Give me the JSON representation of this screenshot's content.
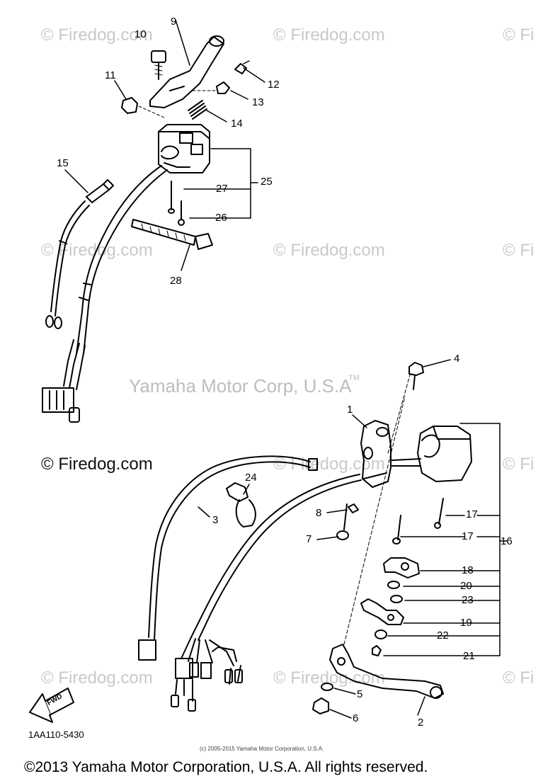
{
  "watermarks": {
    "firedog": "© Firedog.com",
    "firedog_partial": "© Fi",
    "firedog_dark": "© Firedog.com",
    "yamaha_center": "Yamaha Motor Corp, U.S.A",
    "tm": "TM"
  },
  "part_numbers": {
    "p1": "1",
    "p2": "2",
    "p3": "3",
    "p4": "4",
    "p5": "5",
    "p6": "6",
    "p7": "7",
    "p8": "8",
    "p9": "9",
    "p10": "10",
    "p11": "11",
    "p12": "12",
    "p13": "13",
    "p14": "14",
    "p15": "15",
    "p16": "16",
    "p17a": "17",
    "p17b": "17",
    "p18": "18",
    "p19": "19",
    "p20": "20",
    "p21": "21",
    "p22": "22",
    "p23": "23",
    "p24": "24",
    "p25": "25",
    "p26": "26",
    "p27": "27",
    "p28": "28"
  },
  "diagram_code": "1AA110-5430",
  "fwd_label": "FWD",
  "small_copyright": "(c) 2005-2015 Yamaha Motor Corporation, U.S.A.",
  "footer_copyright": "©2013 Yamaha Motor Corporation, U.S.A. All rights reserved.",
  "colors": {
    "ink": "#000000",
    "watermark": "#c9c9c9",
    "background": "#ffffff"
  }
}
